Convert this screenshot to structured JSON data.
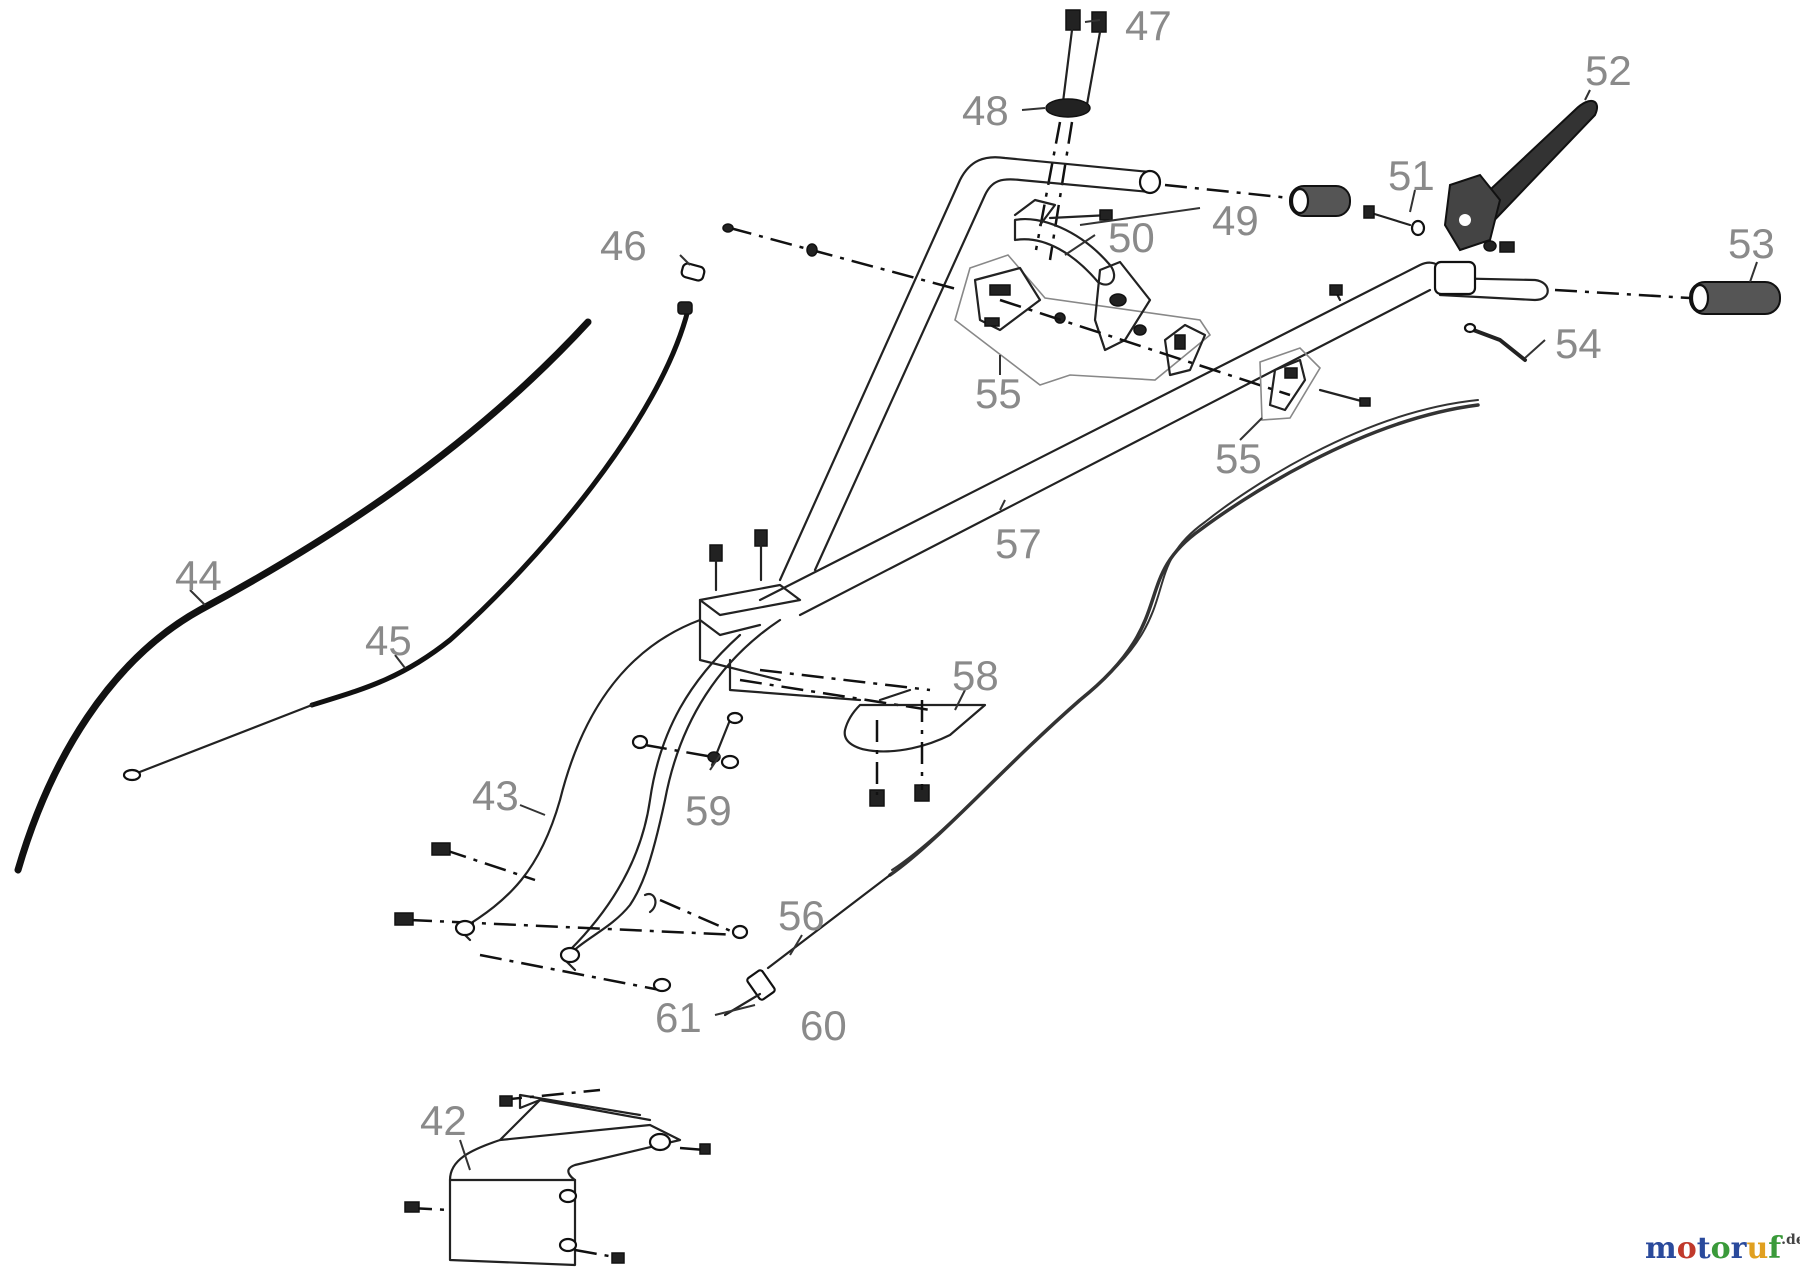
{
  "labels": {
    "l42": "42",
    "l43": "43",
    "l44": "44",
    "l45": "45",
    "l46": "46",
    "l47": "47",
    "l48": "48",
    "l49": "49",
    "l50": "50",
    "l51": "51",
    "l52": "52",
    "l53": "53",
    "l54": "54",
    "l55a": "55",
    "l55b": "55",
    "l56": "56",
    "l57": "57",
    "l58": "58",
    "l59": "59",
    "l60": "60",
    "l61": "61"
  },
  "watermark": {
    "brand": "motoruf",
    "suffix": ".de",
    "colors": [
      "#2a4a9c",
      "#c0392b",
      "#2a4a9c",
      "#3a9a3a",
      "#2a4a9c",
      "#e0a020",
      "#3a9a3a"
    ]
  }
}
